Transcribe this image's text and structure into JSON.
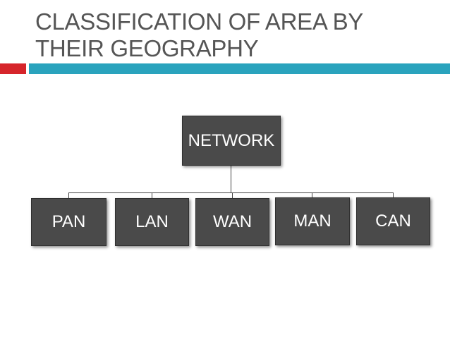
{
  "slide": {
    "title_line1": "CLASSIFICATION OF AREA BY",
    "title_line2": "THEIR GEOGRAPHY"
  },
  "colors": {
    "accent_red": "#d6252b",
    "accent_teal": "#2aa3bd",
    "node_fill": "#4a4a4a"
  },
  "diagram": {
    "root": "NETWORK",
    "children": [
      "PAN",
      "LAN",
      "WAN",
      "MAN",
      "CAN"
    ]
  }
}
